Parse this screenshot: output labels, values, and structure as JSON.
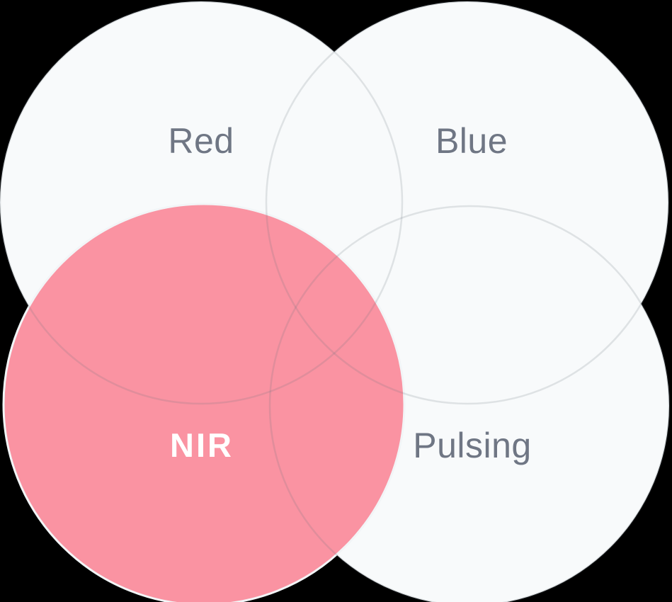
{
  "diagram": {
    "type": "venn-four-circle",
    "background_color": "#000000",
    "circle_fill": "#f8fafb",
    "overlay_stroke": "rgba(104,116,130,0.18)",
    "selected_fill": "#fa93a2",
    "selected_stroke": "#f2f5f7",
    "label_color": "#6f7684",
    "selected_label_color": "#ffffff",
    "circles": [
      {
        "id": "red",
        "label": "Red",
        "selected": false
      },
      {
        "id": "blue",
        "label": "Blue",
        "selected": false
      },
      {
        "id": "nir",
        "label": "NIR",
        "selected": true
      },
      {
        "id": "pulsing",
        "label": "Pulsing",
        "selected": false
      }
    ]
  }
}
